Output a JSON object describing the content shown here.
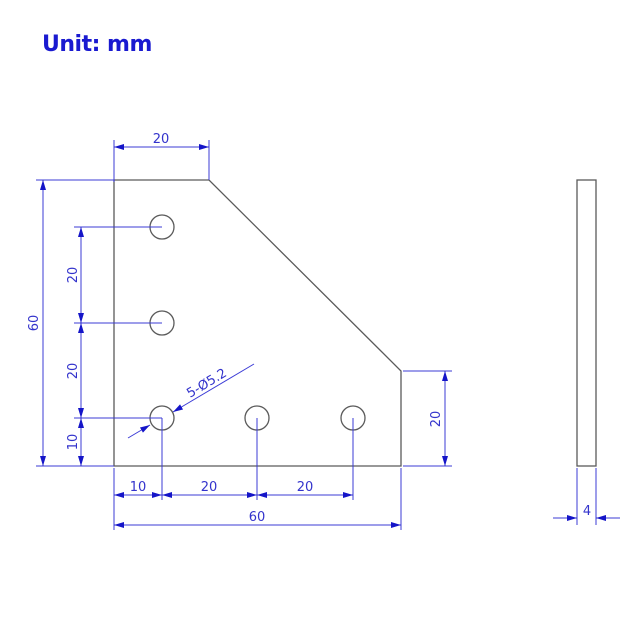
{
  "header": {
    "unit_label": "Unit: mm"
  },
  "colors": {
    "dimension": "#3b3bd6",
    "outline": "#5a5a5a",
    "title": "#1a1ad0"
  },
  "front_view": {
    "top_width": "20",
    "overall_height": "60",
    "hole_spacing_vertical_upper": "20",
    "hole_spacing_vertical_lower": "20",
    "hole_offset_bottom": "10",
    "right_edge_height": "20",
    "hole_offset_left": "10",
    "hole_spacing_horizontal_1": "20",
    "hole_spacing_horizontal_2": "20",
    "overall_width": "60",
    "hole_callout": "5-Ø5.2"
  },
  "side_view": {
    "thickness": "4"
  }
}
